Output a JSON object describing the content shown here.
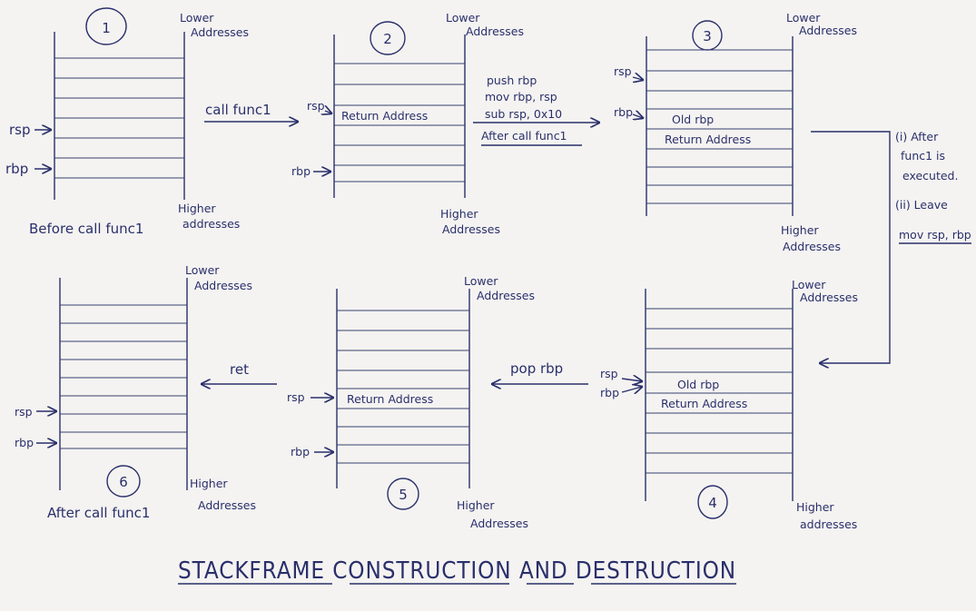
{
  "title": "STACKFRAME CONSTRUCTION AND DESTRUCTION",
  "colors": {
    "ink": "#2a2f6b",
    "paper": "#f4f3f1"
  },
  "labels": {
    "lower": [
      "Lower",
      "Addresses"
    ],
    "higher": [
      "Higher",
      "Addresses"
    ],
    "higher_lc": [
      "Higher",
      "addresses"
    ],
    "rsp": "rsp",
    "rbp": "rbp",
    "return_address": "Return Address",
    "old_rbp": "Old rbp"
  },
  "frames": {
    "f1": {
      "number": "1",
      "caption": "Before call func1"
    },
    "f2": {
      "number": "2"
    },
    "f3": {
      "number": "3"
    },
    "f4": {
      "number": "4"
    },
    "f5": {
      "number": "5"
    },
    "f6": {
      "number": "6",
      "caption": "After call func1"
    }
  },
  "transitions": {
    "t12": "call func1",
    "t23": [
      "push rbp",
      "mov rbp, rsp",
      "sub rsp, 0x10",
      "After call func1"
    ],
    "t34": [
      "(i) After",
      "func1 is",
      "executed.",
      "(ii) Leave",
      "mov rsp, rbp"
    ],
    "t45": "pop rbp",
    "t56": "ret"
  }
}
